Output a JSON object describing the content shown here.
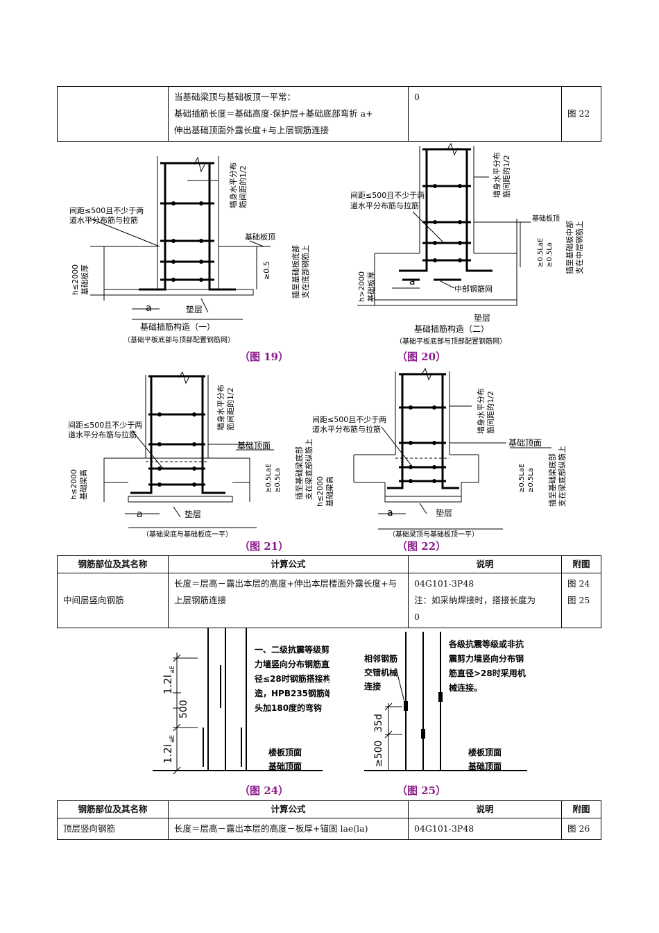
{
  "table1": {
    "row": {
      "formula_lines": [
        "当基础梁顶与基础板顶一平常：",
        "基础插筋长度＝基础高度-保护层+基础底部弯折 a+",
        "伸出基础顶面外露长度+与上层钢筋连接"
      ],
      "note": "0",
      "figure": "图 22"
    }
  },
  "fig19": {
    "title": "基础插筋构造（一）",
    "subtitle": "（基础平板底部与顶部配置钢筋网）",
    "caption": "（图 19）",
    "label_wall": [
      "墙身水平分布",
      "筋间距的1/2"
    ],
    "label_spacing": [
      "间距≤500且不少于两",
      "道水平分布筋与拉筋"
    ],
    "label_top": "基础板顶",
    "label_anchor": [
      "插至基础板底部",
      "支在底部钢筋上"
    ],
    "label_h": [
      "h≤2000",
      "基础板厚"
    ],
    "label_05": "≥0.5",
    "label_a": "a",
    "label_pad": "垫层"
  },
  "fig20": {
    "title": "基础插筋构造（二）",
    "subtitle": "（基础平板底部与顶部配置钢筋网）",
    "caption": "（图 20）",
    "label_wall": [
      "墙身水平分布",
      "筋间距的1/2"
    ],
    "label_spacing": [
      "间距≤500且不少于两",
      "道水平分布筋与拉筋"
    ],
    "label_top": "基础板顶",
    "label_anchor": [
      "插至基础板中部",
      "支在中层钢筋上"
    ],
    "label_h": [
      "h>2000",
      "基础板厚"
    ],
    "label_lae": "≥0.5LaE",
    "label_la": "≥0.5La",
    "label_a": "a",
    "label_mid": "中部钢筋网",
    "label_pad": "垫层"
  },
  "fig21": {
    "subtitle": "（基础梁底与基础板底一平）",
    "caption": "（图 21）",
    "label_wall": [
      "墙身水平分布",
      "筋间距的1/2"
    ],
    "label_spacing": [
      "间距≤500且不少于两",
      "道水平分布筋与拉筋"
    ],
    "label_top": "基础顶面",
    "label_anchor": [
      "插至基础梁底部",
      "支在梁底部纵筋上"
    ],
    "label_h": [
      "h≤2000",
      "基础梁高"
    ],
    "label_lae": "≥0.5LaE",
    "label_la": "≥0.5La",
    "label_a": "a",
    "label_pad": "垫层"
  },
  "fig22": {
    "subtitle": "（基础梁顶与基础板顶一平）",
    "caption": "（图 22）",
    "label_wall": [
      "墙身水平分布",
      "筋间距的1/2"
    ],
    "label_spacing": [
      "间距≤500且不少于两",
      "道水平分布筋与拉筋"
    ],
    "label_top": "基础顶面",
    "label_anchor": [
      "插至基础梁底部",
      "支在梁底部纵筋上"
    ],
    "label_h": [
      "h≤2000",
      "基础梁高"
    ],
    "label_lae": "≥0.5LaE",
    "label_la": "≥0.5La",
    "label_a": "a",
    "label_pad": "垫层"
  },
  "table2": {
    "headers": [
      "钢筋部位及其名称",
      "计算公式",
      "说明",
      "附图"
    ],
    "row": {
      "name": "中间层竖向钢筋",
      "formula": "长度＝层高－露出本层的高度+伸出本层楼面外露长度+与上层钢筋连接",
      "note_lines": [
        "04G101-3P48",
        "注：如采纳焊接时，搭接长度为",
        "0"
      ],
      "figures": [
        "图 24",
        "图 25"
      ]
    }
  },
  "fig24": {
    "caption": "（图 24）",
    "note": [
      "一、二级抗震等级剪",
      "力墙竖向分布钢筋直",
      "径≤28时钢筋搭接构",
      "造，HPB235钢筋端",
      "头加180度的弯钩"
    ],
    "dim_top": "1.2l",
    "dim_sub": "aE",
    "dim_mid": "500",
    "dim_bot": "1.2l",
    "label_floor": "楼板顶面",
    "label_base": "基础顶面"
  },
  "fig25": {
    "caption": "（图 25）",
    "note_left": [
      "相邻钢筋",
      "交错机械",
      "连接"
    ],
    "note_right": [
      "各级抗震等级或非抗",
      "震剪力墙竖向分布钢",
      "筋直径>28时采用机",
      "械连接。"
    ],
    "dim_35d": "35d",
    "dim_500": "≥500",
    "label_floor": "楼板顶面",
    "label_base": "基础顶面"
  },
  "table3": {
    "headers": [
      "钢筋部位及其名称",
      "计算公式",
      "说明",
      "附图"
    ],
    "row": {
      "name": "顶层竖向钢筋",
      "formula": "长度＝层高－露出本层的高度－板厚+锚固 lae(la)",
      "note": "04G101-3P48",
      "figure": "图 26"
    }
  }
}
